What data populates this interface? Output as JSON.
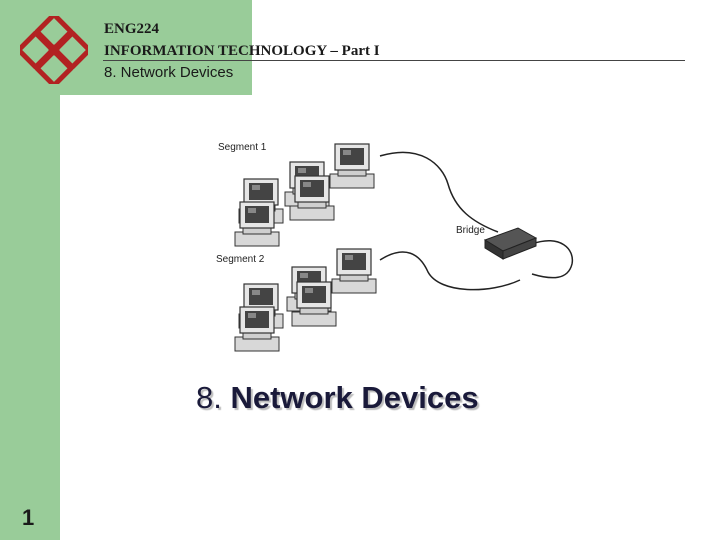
{
  "header": {
    "course_code": "ENG224",
    "course_title": "INFORMATION TECHNOLOGY – Part I",
    "topic": "8. Network Devices"
  },
  "figure": {
    "segment1_label": "Segment 1",
    "segment2_label": "Segment 2",
    "bridge_label": "Bridge"
  },
  "slide": {
    "title_number": "8.",
    "title_text": "Network Devices",
    "page_number": "1"
  },
  "colors": {
    "sidebar": "#99cc99",
    "logo": "#b22222"
  },
  "icons": {
    "logo": "polyu-logo"
  }
}
